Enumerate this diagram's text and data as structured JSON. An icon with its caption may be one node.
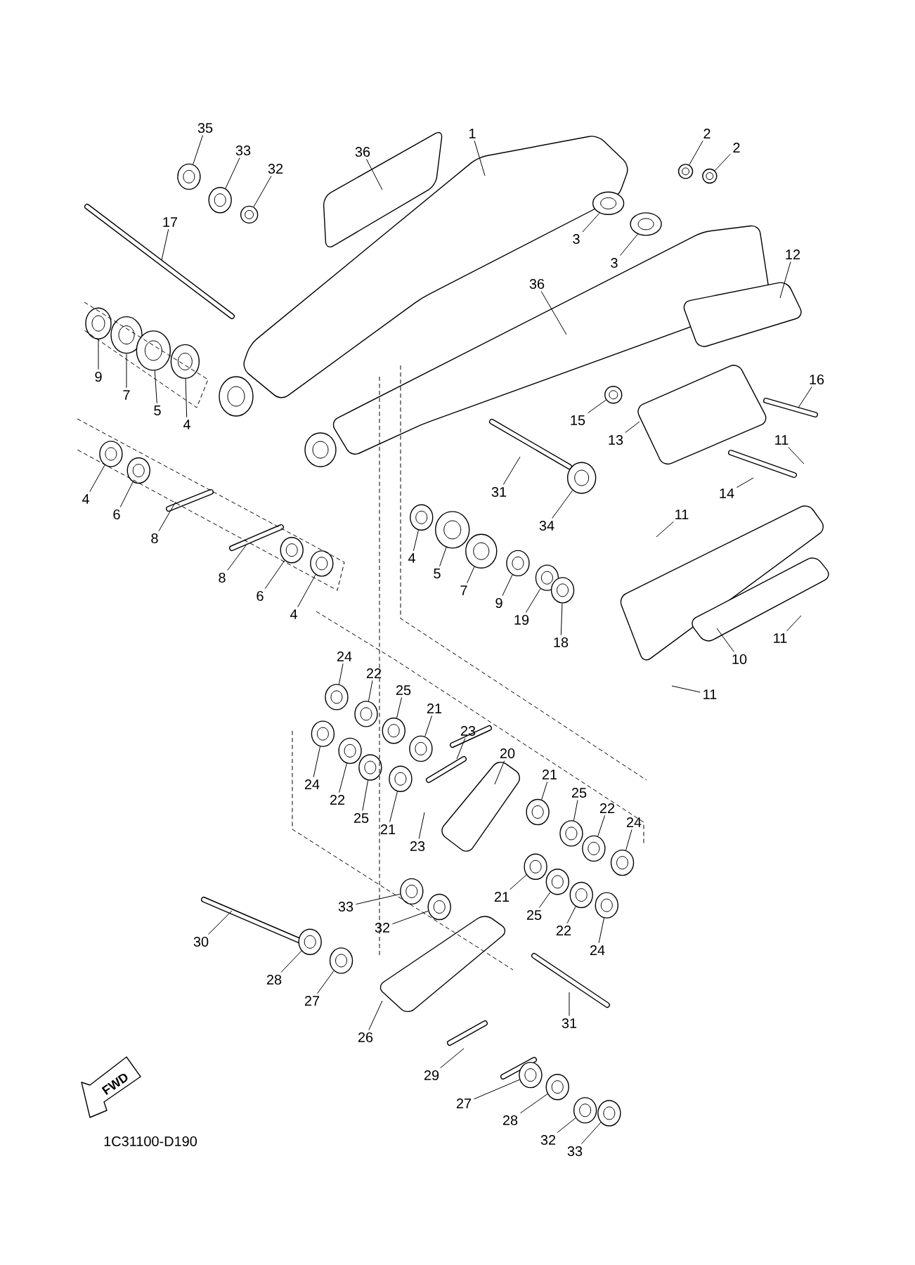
{
  "diagram": {
    "nodes": [
      {
        "text": [
          "1"
        ]
      },
      {
        "text": [
          "2"
        ]
      },
      {
        "text": [
          "2"
        ]
      },
      {
        "text": [
          "36"
        ]
      },
      {
        "text": [
          "35"
        ]
      },
      {
        "text": [
          "33"
        ]
      },
      {
        "text": [
          "32"
        ]
      },
      {
        "text": [
          "3"
        ]
      },
      {
        "text": [
          "3"
        ]
      },
      {
        "text": [
          "17"
        ]
      },
      {
        "text": [
          "36"
        ]
      },
      {
        "text": [
          "12"
        ]
      },
      {
        "text": [
          "9"
        ]
      },
      {
        "text": [
          "7"
        ]
      },
      {
        "text": [
          "5"
        ]
      },
      {
        "text": [
          "4"
        ]
      },
      {
        "text": [
          "16"
        ]
      },
      {
        "text": [
          "15"
        ]
      },
      {
        "text": [
          "13"
        ]
      },
      {
        "text": [
          "11"
        ]
      },
      {
        "text": [
          "31"
        ]
      },
      {
        "text": [
          "14"
        ]
      },
      {
        "text": [
          "4"
        ]
      },
      {
        "text": [
          "6"
        ]
      },
      {
        "text": [
          "8"
        ]
      },
      {
        "text": [
          "34"
        ]
      },
      {
        "text": [
          "11"
        ]
      },
      {
        "text": [
          "4"
        ]
      },
      {
        "text": [
          "8"
        ]
      },
      {
        "text": [
          "5"
        ]
      },
      {
        "text": [
          "7"
        ]
      },
      {
        "text": [
          "6"
        ]
      },
      {
        "text": [
          "9"
        ]
      },
      {
        "text": [
          "4"
        ]
      },
      {
        "text": [
          "19"
        ]
      },
      {
        "text": [
          "18"
        ]
      },
      {
        "text": [
          "11"
        ]
      },
      {
        "text": [
          "10"
        ]
      },
      {
        "text": [
          "11"
        ]
      },
      {
        "text": [
          "24"
        ]
      },
      {
        "text": [
          "22"
        ]
      },
      {
        "text": [
          "25"
        ]
      },
      {
        "text": [
          "21"
        ]
      },
      {
        "text": [
          "23"
        ]
      },
      {
        "text": [
          "20"
        ]
      },
      {
        "text": [
          "21"
        ]
      },
      {
        "text": [
          "24"
        ]
      },
      {
        "text": [
          "22"
        ]
      },
      {
        "text": [
          "25"
        ]
      },
      {
        "text": [
          "25"
        ]
      },
      {
        "text": [
          "22"
        ]
      },
      {
        "text": [
          "21"
        ]
      },
      {
        "text": [
          "24"
        ]
      },
      {
        "text": [
          "23"
        ]
      },
      {
        "text": [
          "21"
        ]
      },
      {
        "text": [
          "33"
        ]
      },
      {
        "text": [
          "25"
        ]
      },
      {
        "text": [
          "32"
        ]
      },
      {
        "text": [
          "22"
        ]
      },
      {
        "text": [
          "30"
        ]
      },
      {
        "text": [
          "24"
        ]
      },
      {
        "text": [
          "28"
        ]
      },
      {
        "text": [
          "27"
        ]
      },
      {
        "text": [
          "31"
        ]
      },
      {
        "text": [
          "26"
        ]
      },
      {
        "text": [
          "29"
        ]
      },
      {
        "text": [
          "27"
        ]
      },
      {
        "text": [
          "28"
        ]
      },
      {
        "text": [
          "32"
        ]
      },
      {
        "text": [
          "33"
        ]
      },
      {
        "text": [],
        "shape": "circle"
      },
      {
        "text": [],
        "shape": "circle"
      },
      {
        "text": [],
        "shape": "circle"
      },
      {
        "text": [],
        "shape": "circle"
      },
      {
        "text": [],
        "shape": "circle"
      },
      {
        "text": [],
        "shape": "circle"
      },
      {
        "text": [],
        "shape": "circle"
      },
      {
        "text": [],
        "shape": "circle"
      },
      {
        "text": [],
        "shape": "circle"
      },
      {
        "text": [],
        "shape": "circle"
      },
      {
        "text": [],
        "shape": "circle"
      },
      {
        "text": [],
        "shape": "circle"
      },
      {
        "text": [],
        "shape": "circle"
      },
      {
        "text": [],
        "shape": "circle"
      },
      {
        "text": [],
        "shape": "circle"
      },
      {
        "text": [],
        "shape": "circle"
      },
      {
        "text": [],
        "shape": "circle"
      },
      {
        "text": [],
        "shape": "circle"
      },
      {
        "text": [],
        "shape": "circle"
      },
      {
        "text": [],
        "shape": "circle"
      },
      {
        "text": [],
        "shape": "circle"
      },
      {
        "text": [],
        "shape": "circle"
      },
      {
        "text": [],
        "shape": "circle"
      },
      {
        "text": [],
        "shape": "circle"
      },
      {
        "text": [],
        "shape": "circle"
      },
      {
        "text": [],
        "shape": "circle"
      },
      {
        "text": [],
        "shape": "circle"
      },
      {
        "text": [],
        "shape": "circle"
      },
      {
        "text": [],
        "shape": "circle"
      },
      {
        "text": [],
        "shape": "circle"
      },
      {
        "text": [],
        "shape": "circle"
      },
      {
        "text": [],
        "shape": "circle"
      },
      {
        "text": [],
        "shape": "circle"
      },
      {
        "text": [],
        "shape": "circle"
      },
      {
        "text": [],
        "shape": "circle"
      },
      {
        "text": [],
        "shape": "circle"
      },
      {
        "text": [],
        "shape": "circle"
      },
      {
        "text": [],
        "shape": "circle"
      },
      {
        "text": [],
        "shape": "circle"
      },
      {
        "text": [],
        "shape": "circle"
      },
      {
        "text": [],
        "shape": "circle"
      },
      {
        "text": [],
        "shape": "circle"
      },
      {
        "text": [],
        "shape": "circle"
      },
      {
        "text": [],
        "shape": "circle"
      },
      {
        "text": [],
        "shape": "circle"
      },
      {
        "text": [],
        "shape": "circle"
      },
      {
        "text": [],
        "shape": "circle"
      }
    ],
    "edges": [
      {
        "from": 0,
        "to": null,
        "arrow": "none"
      },
      {
        "from": 1,
        "to": 70,
        "arrow": "none"
      },
      {
        "from": 2,
        "to": 71,
        "arrow": "none"
      },
      {
        "from": 3,
        "to": null,
        "arrow": "none"
      },
      {
        "from": 4,
        "to": 72,
        "arrow": "none"
      },
      {
        "from": 5,
        "to": 73,
        "arrow": "none"
      },
      {
        "from": 6,
        "to": 74,
        "arrow": "none"
      },
      {
        "from": 7,
        "to": 75,
        "arrow": "none"
      },
      {
        "from": 8,
        "to": 76,
        "arrow": "none"
      },
      {
        "from": 9,
        "to": null,
        "arrow": "none"
      },
      {
        "from": 10,
        "to": null,
        "arrow": "none"
      },
      {
        "from": 11,
        "to": null,
        "arrow": "none"
      },
      {
        "from": 12,
        "to": 77,
        "arrow": "none"
      },
      {
        "from": 13,
        "to": 78,
        "arrow": "none"
      },
      {
        "from": 14,
        "to": 79,
        "arrow": "none"
      },
      {
        "from": 15,
        "to": 80,
        "arrow": "none"
      },
      {
        "from": 16,
        "to": null,
        "arrow": "none"
      },
      {
        "from": 17,
        "to": 81,
        "arrow": "none"
      },
      {
        "from": 18,
        "to": null,
        "arrow": "none"
      },
      {
        "from": 19,
        "to": null,
        "arrow": "none"
      },
      {
        "from": 20,
        "to": null,
        "arrow": "none"
      },
      {
        "from": 21,
        "to": null,
        "arrow": "none"
      },
      {
        "from": 22,
        "to": 82,
        "arrow": "none"
      },
      {
        "from": 23,
        "to": 83,
        "arrow": "none"
      },
      {
        "from": 24,
        "to": null,
        "arrow": "none"
      },
      {
        "from": 25,
        "to": 84,
        "arrow": "none"
      },
      {
        "from": 26,
        "to": null,
        "arrow": "none"
      },
      {
        "from": 27,
        "to": 85,
        "arrow": "none"
      },
      {
        "from": 28,
        "to": null,
        "arrow": "none"
      },
      {
        "from": 29,
        "to": 86,
        "arrow": "none"
      },
      {
        "from": 30,
        "to": 87,
        "arrow": "none"
      },
      {
        "from": 31,
        "to": 88,
        "arrow": "none"
      },
      {
        "from": 32,
        "to": 89,
        "arrow": "none"
      },
      {
        "from": 33,
        "to": 90,
        "arrow": "none"
      },
      {
        "from": 34,
        "to": 91,
        "arrow": "none"
      },
      {
        "from": 35,
        "to": 92,
        "arrow": "none"
      },
      {
        "from": 36,
        "to": null,
        "arrow": "none"
      },
      {
        "from": 37,
        "to": null,
        "arrow": "none"
      },
      {
        "from": 38,
        "to": null,
        "arrow": "none"
      },
      {
        "from": 39,
        "to": 93,
        "arrow": "none"
      },
      {
        "from": 40,
        "to": 94,
        "arrow": "none"
      },
      {
        "from": 41,
        "to": 95,
        "arrow": "none"
      },
      {
        "from": 42,
        "to": 96,
        "arrow": "none"
      },
      {
        "from": 43,
        "to": null,
        "arrow": "none"
      },
      {
        "from": 44,
        "to": null,
        "arrow": "none"
      },
      {
        "from": 45,
        "to": 97,
        "arrow": "none"
      },
      {
        "from": 46,
        "to": 98,
        "arrow": "none"
      },
      {
        "from": 47,
        "to": 99,
        "arrow": "none"
      },
      {
        "from": 48,
        "to": 100,
        "arrow": "none"
      },
      {
        "from": 49,
        "to": 101,
        "arrow": "none"
      },
      {
        "from": 50,
        "to": 102,
        "arrow": "none"
      },
      {
        "from": 51,
        "to": 103,
        "arrow": "none"
      },
      {
        "from": 52,
        "to": 104,
        "arrow": "none"
      },
      {
        "from": 53,
        "to": null,
        "arrow": "none"
      },
      {
        "from": 54,
        "to": 105,
        "arrow": "none"
      },
      {
        "from": 55,
        "to": 106,
        "arrow": "none"
      },
      {
        "from": 56,
        "to": 107,
        "arrow": "none"
      },
      {
        "from": 57,
        "to": 108,
        "arrow": "none"
      },
      {
        "from": 58,
        "to": 109,
        "arrow": "none"
      },
      {
        "from": 59,
        "to": null,
        "arrow": "none"
      },
      {
        "from": 60,
        "to": 110,
        "arrow": "none"
      },
      {
        "from": 61,
        "to": 111,
        "arrow": "none"
      },
      {
        "from": 62,
        "to": 112,
        "arrow": "none"
      },
      {
        "from": 63,
        "to": null,
        "arrow": "none"
      },
      {
        "from": 64,
        "to": null,
        "arrow": "none"
      },
      {
        "from": 65,
        "to": null,
        "arrow": "none"
      },
      {
        "from": 66,
        "to": 113,
        "arrow": "none"
      },
      {
        "from": 67,
        "to": 114,
        "arrow": "none"
      },
      {
        "from": 68,
        "to": 115,
        "arrow": "none"
      },
      {
        "from": 69,
        "to": 116,
        "arrow": "none"
      }
    ],
    "labels": [
      "FWD",
      "1C31100-D190"
    ]
  }
}
